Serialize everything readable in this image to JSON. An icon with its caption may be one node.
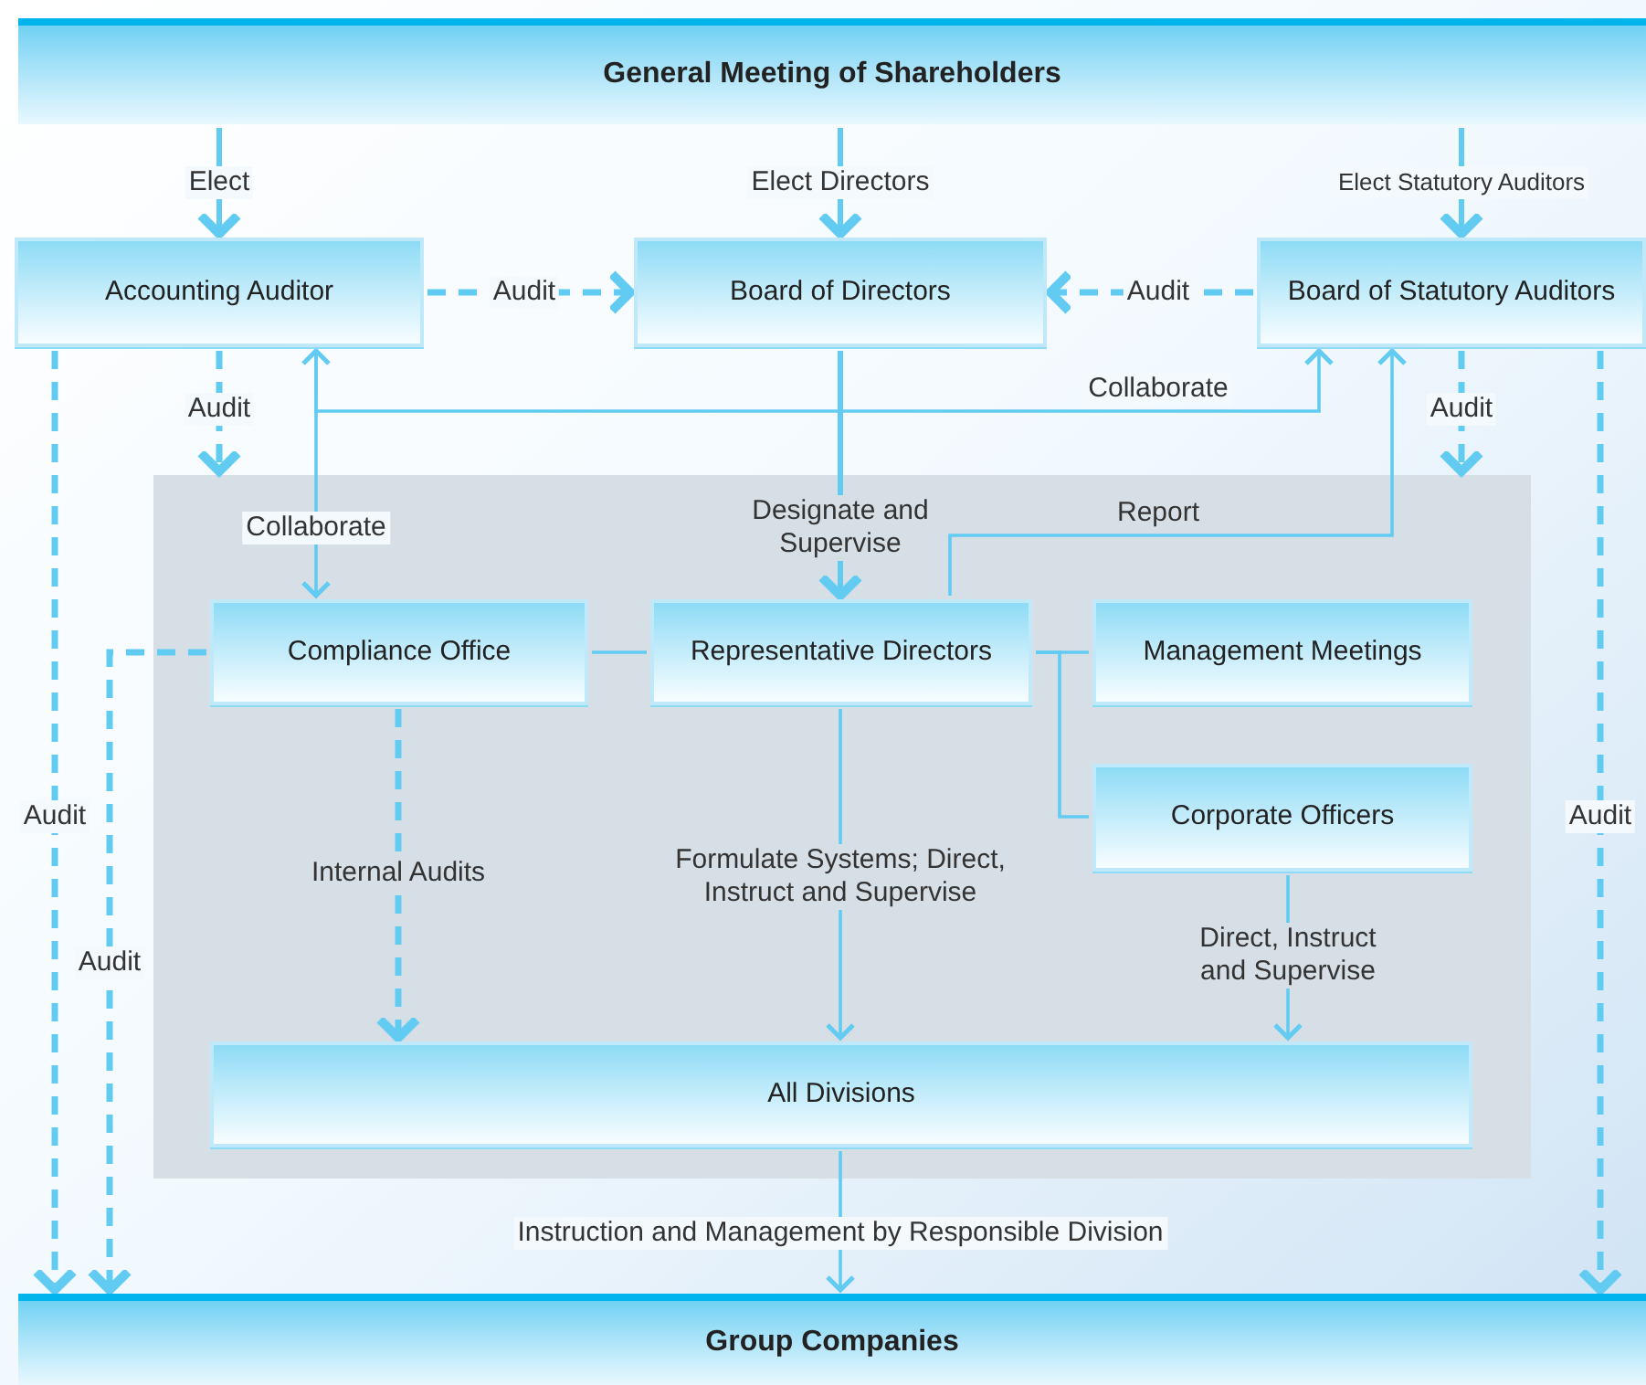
{
  "diagram": {
    "nodes": [
      {
        "text": [
          "General Meeting of Shareholders"
        ]
      },
      {
        "text": [
          "Accounting Auditor"
        ]
      },
      {
        "text": [
          "Board of Directors"
        ]
      },
      {
        "text": [
          "Board of Statutory Auditors"
        ]
      },
      {
        "text": [],
        "shape": "box"
      },
      {
        "text": [
          "Compliance Office"
        ],
        "in": 4
      },
      {
        "text": [
          "Representative Directors"
        ],
        "in": 4
      },
      {
        "text": [
          "Management Meetings"
        ],
        "in": 4
      },
      {
        "text": [
          "Corporate Officers"
        ],
        "in": 4
      },
      {
        "text": [
          "All Divisions"
        ],
        "in": 4
      },
      {
        "text": [
          "Group Companies"
        ]
      }
    ],
    "edges": [
      {
        "from": 0,
        "to": 1,
        "arrow": "to",
        "label": "Elect"
      },
      {
        "from": 0,
        "to": 2,
        "arrow": "to",
        "label": "Elect Directors"
      },
      {
        "from": 0,
        "to": 3,
        "arrow": "to",
        "label": "Elect Statutory Auditors"
      },
      {
        "from": 1,
        "to": 2,
        "arrow": "to",
        "label": "Audit",
        "style": "dashed"
      },
      {
        "from": 3,
        "to": 2,
        "arrow": "to",
        "label": "Audit",
        "style": "dashed"
      },
      {
        "from": 1,
        "to": 4,
        "arrow": "to",
        "label": "Audit",
        "style": "dashed"
      },
      {
        "from": 3,
        "to": 4,
        "arrow": "to",
        "label": "Audit",
        "style": "dashed"
      },
      {
        "from": 1,
        "to": 5,
        "arrow": "both",
        "label": "Collaborate"
      },
      {
        "from": 1,
        "to": 3,
        "arrow": "to",
        "label": "Collaborate"
      },
      {
        "from": 2,
        "to": 6,
        "arrow": "to",
        "label": "Designate and Supervise"
      },
      {
        "from": 6,
        "to": 3,
        "arrow": "to",
        "label": "Report"
      },
      {
        "from": 5,
        "to": 6,
        "arrow": "none"
      },
      {
        "from": 6,
        "to": 7,
        "arrow": "none"
      },
      {
        "from": 6,
        "to": 8,
        "arrow": "none"
      },
      {
        "from": 5,
        "to": 9,
        "arrow": "to",
        "label": "Internal Audits",
        "style": "dashed"
      },
      {
        "from": 6,
        "to": 9,
        "arrow": "to",
        "label": "Formulate Systems; Direct, Instruct and Supervise"
      },
      {
        "from": 8,
        "to": 9,
        "arrow": "to",
        "label": "Direct, Instruct and Supervise"
      },
      {
        "from": 9,
        "to": 10,
        "arrow": "to",
        "label": "Instruction and Management by Responsible Division"
      },
      {
        "from": 1,
        "to": 10,
        "arrow": "to",
        "label": "Audit",
        "style": "dashed"
      },
      {
        "from": 5,
        "to": 10,
        "arrow": "to",
        "label": "Audit",
        "style": "dashed"
      },
      {
        "from": 3,
        "to": 10,
        "arrow": "to",
        "label": "Audit",
        "style": "dashed"
      }
    ]
  }
}
